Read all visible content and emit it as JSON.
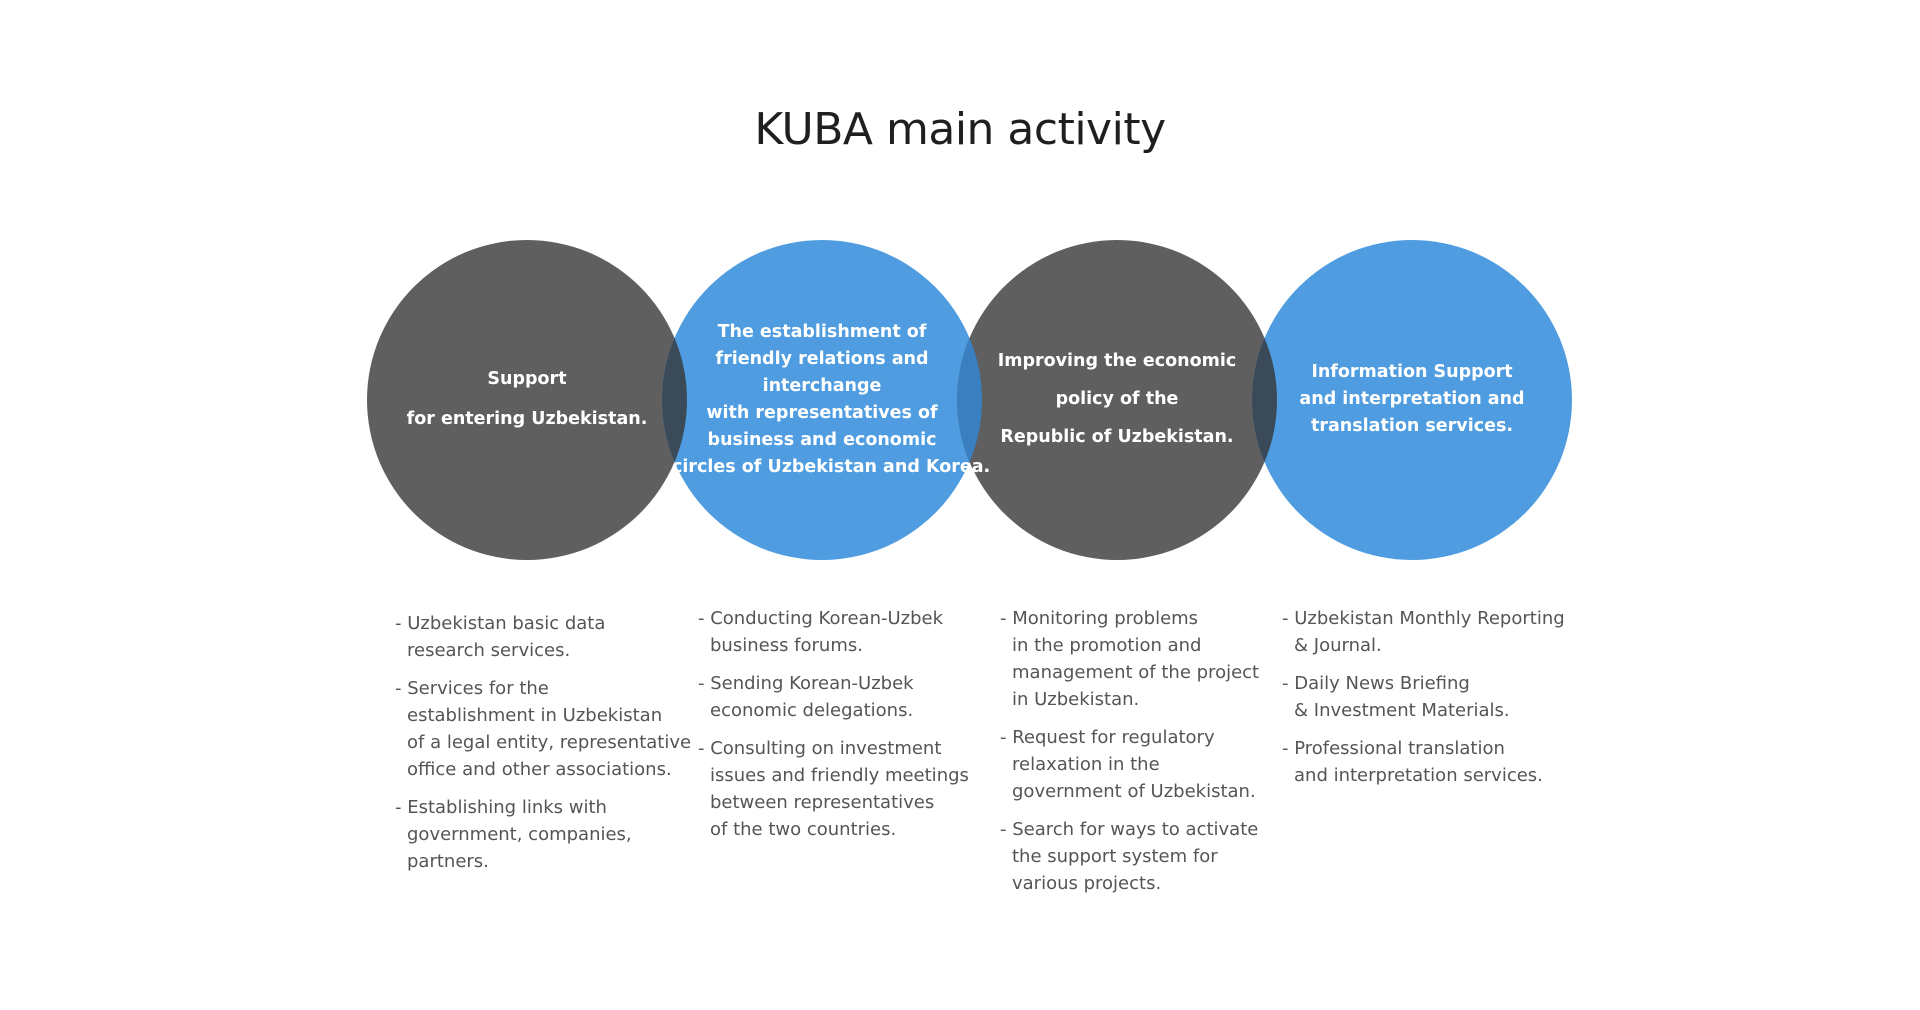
{
  "title": "KUBA main activity",
  "colors": {
    "dark_circle": "#5f5f5f",
    "blue_circle": "#4f9de0",
    "overlap": "#3a4a58",
    "title_text": "#1f1f1f",
    "body_text": "#555555"
  },
  "circles": [
    {
      "color": "dark",
      "lines": [
        "Support",
        "for entering Uzbekistan."
      ]
    },
    {
      "color": "blue",
      "lines": [
        "The establishment of",
        "friendly relations and",
        "interchange",
        "with representatives of",
        "business and economic",
        "circles of Uzbekistan and Korea."
      ]
    },
    {
      "color": "dark",
      "lines": [
        "Improving the economic",
        "policy of the",
        "Republic of Uzbekistan."
      ]
    },
    {
      "color": "blue",
      "lines": [
        "Information Support",
        "and interpretation and",
        "translation services."
      ]
    }
  ],
  "lists": [
    [
      [
        "- Uzbekistan basic data",
        "research services."
      ],
      [
        "- Services for the",
        "establishment in Uzbekistan",
        "of a legal entity, representative",
        "office and other associations."
      ],
      [
        "- Establishing links with",
        "government, companies,",
        "partners."
      ]
    ],
    [
      [
        "- Conducting Korean-Uzbek",
        "business forums."
      ],
      [
        "- Sending Korean-Uzbek",
        "economic delegations."
      ],
      [
        "- Consulting on investment",
        "issues and friendly meetings",
        "between representatives",
        "of the two countries."
      ]
    ],
    [
      [
        "- Monitoring problems",
        "in the promotion and",
        "management of the project",
        "in Uzbekistan."
      ],
      [
        "- Request for regulatory",
        "relaxation in the",
        "government of Uzbekistan."
      ],
      [
        "- Search for ways to activate",
        "the support system for",
        "various projects."
      ]
    ],
    [
      [
        "- Uzbekistan Monthly Reporting",
        "& Journal."
      ],
      [
        "- Daily News Briefing",
        "& Investment Materials."
      ],
      [
        "- Professional translation",
        "and interpretation services."
      ]
    ]
  ]
}
